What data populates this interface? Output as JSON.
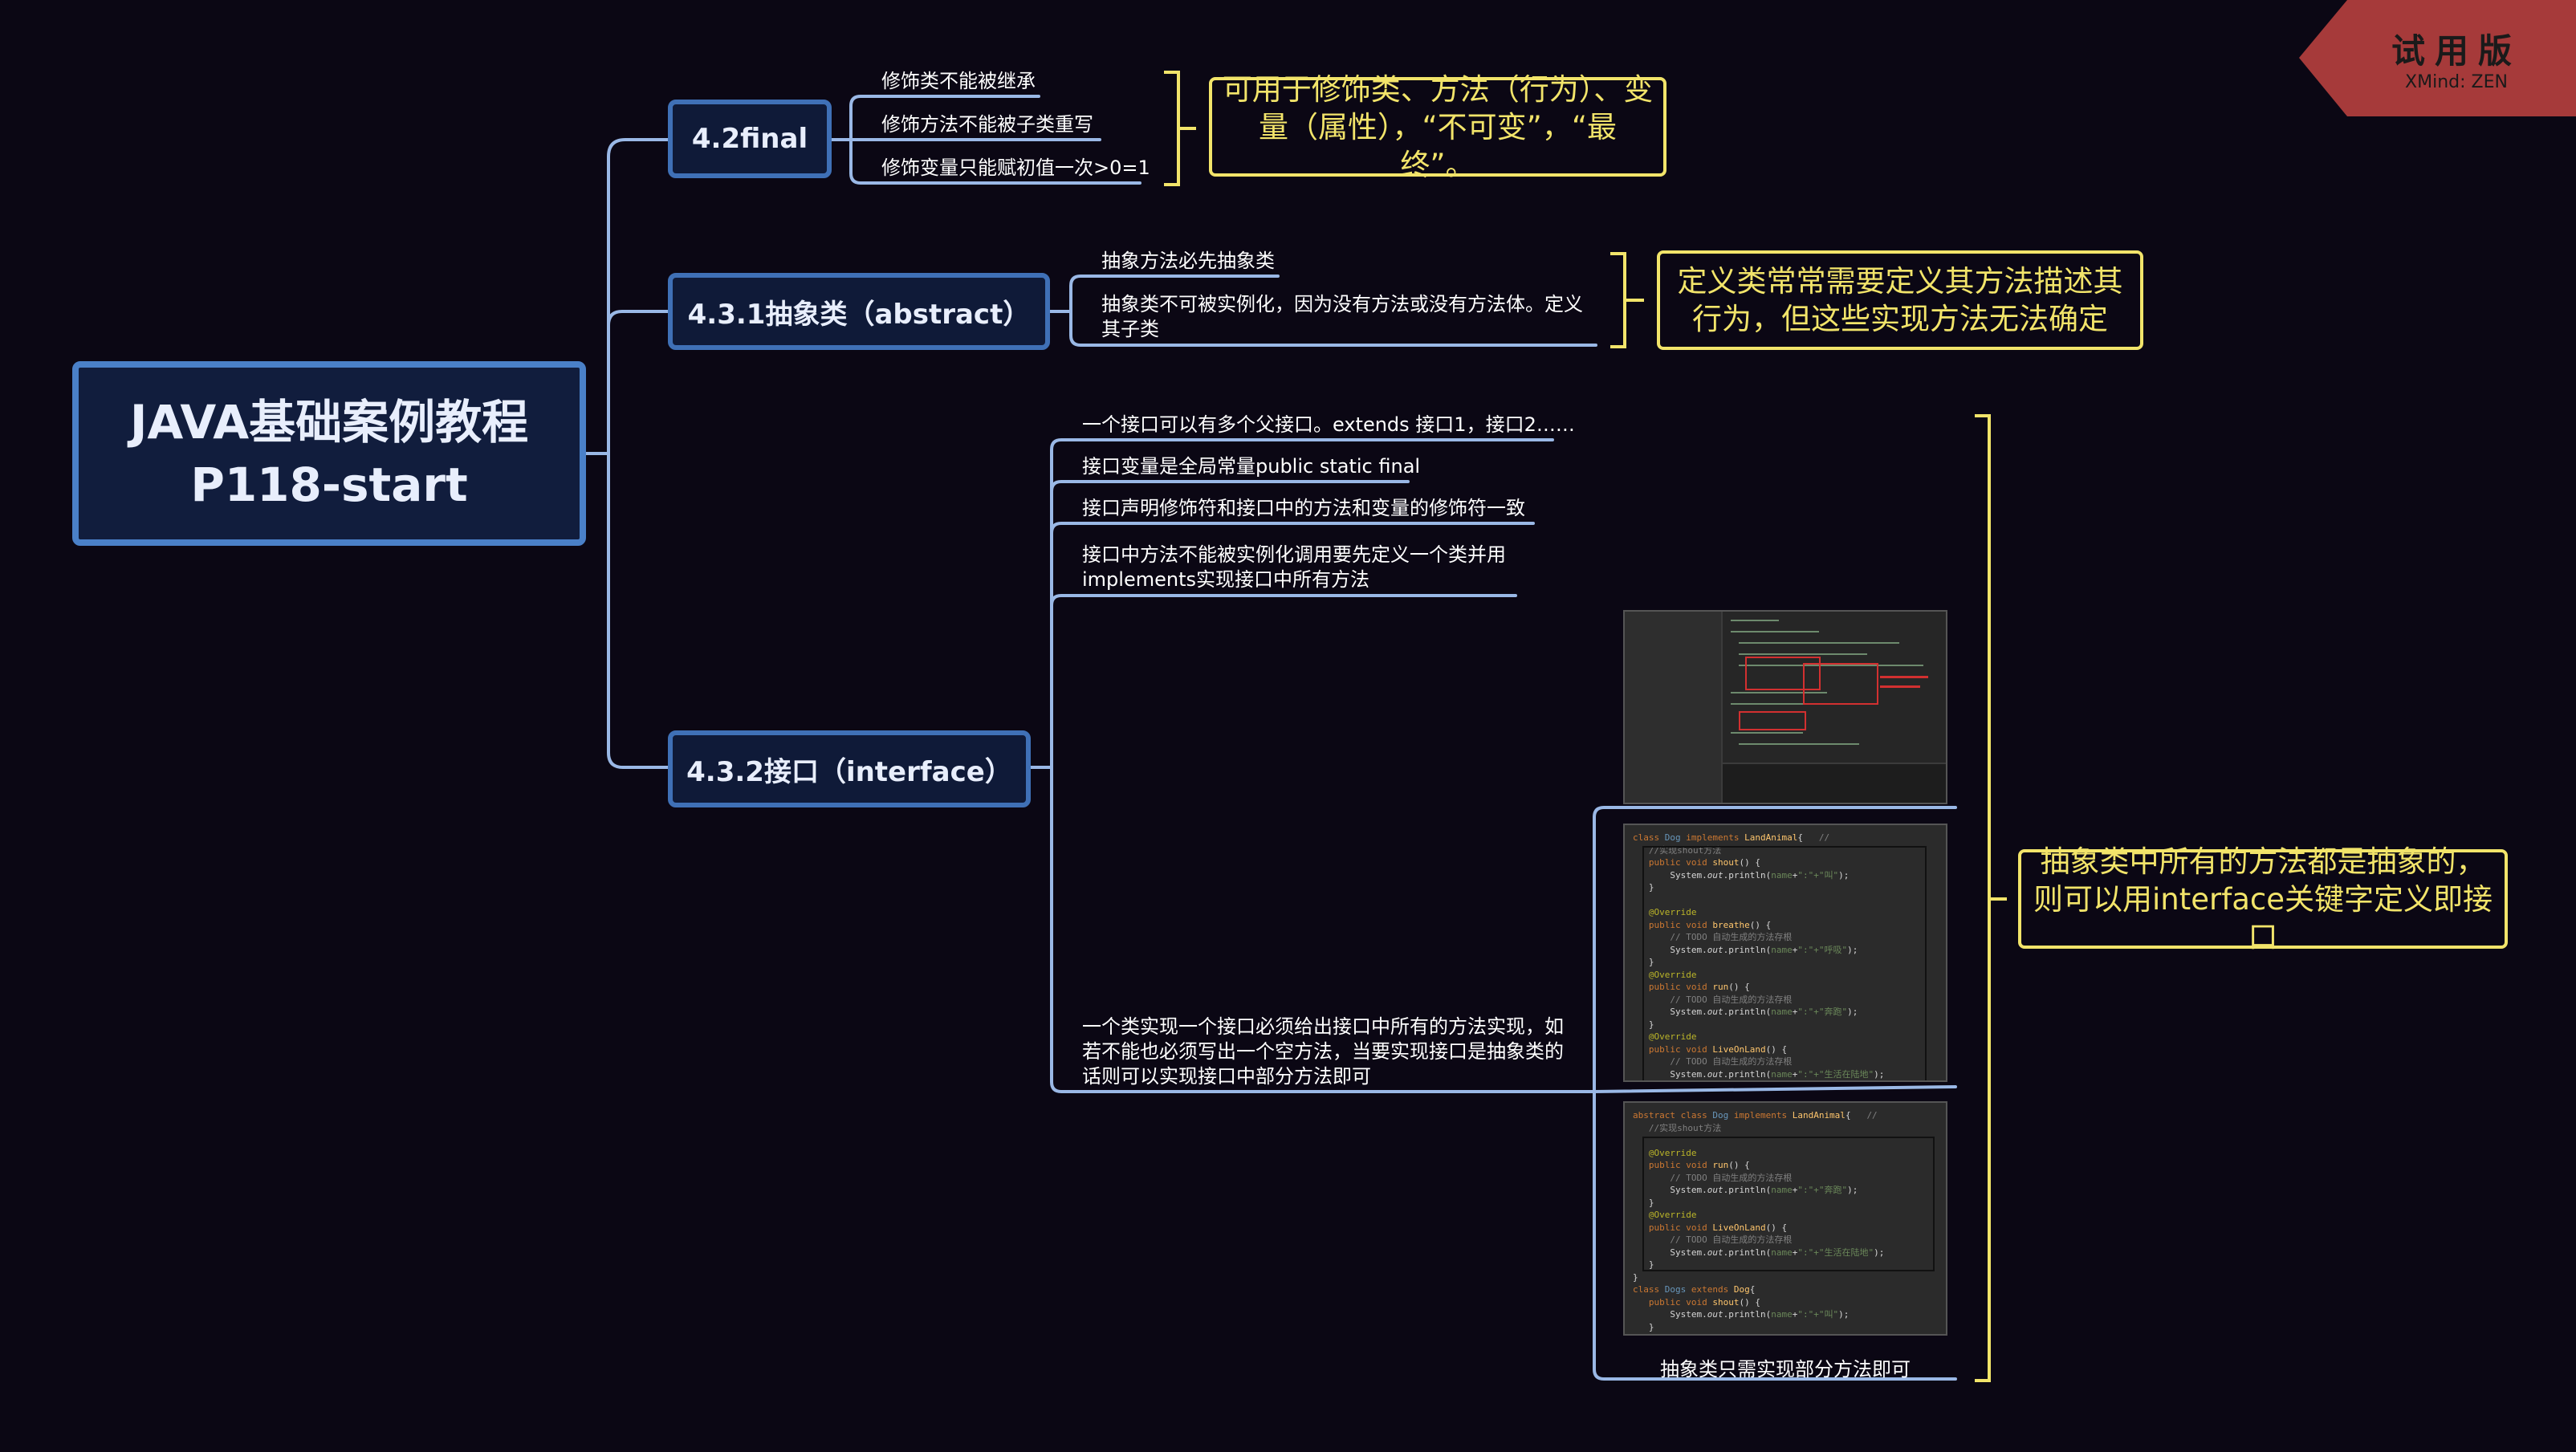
{
  "root": {
    "line1": "JAVA基础案例教程",
    "line2": "P118-start"
  },
  "topics": [
    {
      "label": "4.2final",
      "items": [
        "修饰类不能被继承",
        "修饰方法不能被子类重写",
        "修饰变量只能赋初值一次>0=1"
      ],
      "summary": "可用于修饰类、方法（行为）、变量（属性），“不可变”，“最终”。"
    },
    {
      "label": "4.3.1抽象类（abstract）",
      "items": [
        "抽象方法必先抽象类",
        "抽象类不可被实例化，因为没有方法或没有方法体。定义其子类"
      ],
      "summary": "定义类常常需要定义其方法描述其行为，但这些实现方法无法确定"
    },
    {
      "label": "4.3.2接口（interface）",
      "items": [
        "一个接口可以有多个父接口。extends 接口1，接口2……",
        "接口变量是全局常量public static final",
        "接口声明修饰符和接口中的方法和变量的修饰符一致",
        "接口中方法不能被实例化调用要先定义一个类并用implements实现接口中所有方法",
        "一个类实现一个接口必须给出接口中所有的方法实现，如若不能也必须写出一个空方法，当要实现接口是抽象类的话则可以实现接口中部分方法即可"
      ],
      "caption": "抽象类只需实现部分方法即可",
      "summary": "抽象类中所有的方法都是抽象的，则可以用interface关键字定义即接口"
    }
  ],
  "watermark": {
    "title": "试用版",
    "subtitle": "XMind: ZEN"
  },
  "colors": {
    "background": "#0b0714",
    "root_border": "#4a80c8",
    "topic_border": "#3f70b6",
    "connector": "#9ab8e6",
    "summary": "#f2e46a",
    "watermark_bg": "#a63a3a"
  }
}
